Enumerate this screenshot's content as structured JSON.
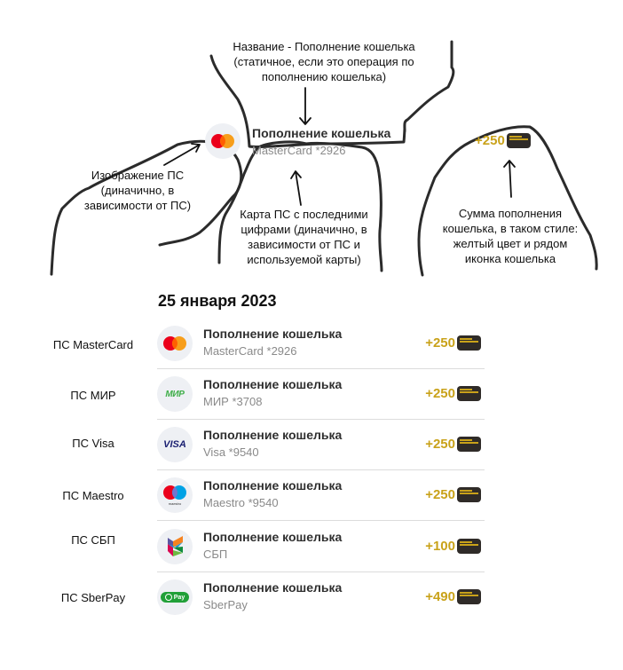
{
  "colors": {
    "amount": "#c9a21a",
    "wallet": "#2f2b28",
    "mastercard_red": "#eb001b",
    "mastercard_orange": "#f79e1b",
    "mir_green": "#3fae49",
    "visa_blue": "#1a1f71",
    "sber_green": "#21a038"
  },
  "annotations": {
    "name_note": "Название - Пополнение кошелька (статичное, если это операция по пополнению кошелька)",
    "logo_note": "Изображение ПС (диначично, в зависимости от ПС)",
    "card_note": "Карта ПС с последними цифрами (диначично, в зависимости от ПС и используемой карты)",
    "amount_note": "Сумма пополнения кошелька, в таком стиле: желтый цвет и рядом иконка кошелька"
  },
  "example": {
    "title": "Пополнение кошелька",
    "subtitle": "MasterCard *2926",
    "amount": "+250",
    "logo_icon": "mastercard-icon"
  },
  "list": {
    "date": "25 января 2023",
    "rows": [
      {
        "label": "ПС MasterCard",
        "title": "Пополнение кошелька",
        "subtitle": "MasterCard *2926",
        "amount": "+250",
        "icon": "mastercard-icon"
      },
      {
        "label": "ПС МИР",
        "title": "Пополнение кошелька",
        "subtitle": "МИР *3708",
        "amount": "+250",
        "icon": "mir-icon",
        "logo_text": "МИР"
      },
      {
        "label": "ПС Visa",
        "title": "Пополнение кошелька",
        "subtitle": "Visa *9540",
        "amount": "+250",
        "icon": "visa-icon",
        "logo_text": "VISA"
      },
      {
        "label": "ПС Maestro",
        "title": "Пополнение кошелька",
        "subtitle": "Maestro *9540",
        "amount": "+250",
        "icon": "maestro-icon",
        "logo_text": "maestro"
      },
      {
        "label": "ПС СБП",
        "title": "Пополнение кошелька",
        "subtitle": "СБП",
        "amount": "+100",
        "icon": "sbp-icon"
      },
      {
        "label": "ПС SberPay",
        "title": "Пополнение кошелька",
        "subtitle": "SberPay",
        "amount": "+490",
        "icon": "sberpay-icon",
        "logo_text": "Pay"
      }
    ]
  }
}
